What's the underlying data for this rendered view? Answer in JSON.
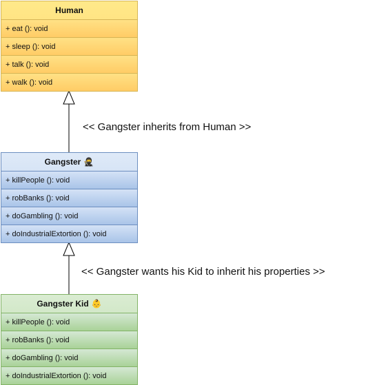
{
  "classes": {
    "human": {
      "name": "Human",
      "methods": [
        "+ eat (): void",
        "+ sleep (): void",
        "+ talk (): void",
        "+ walk (): void"
      ],
      "color": "#ffd966"
    },
    "gangster": {
      "name": "Gangster",
      "icon": "ninja-icon",
      "icon_glyph": "🥷",
      "methods": [
        "+ killPeople (): void",
        "+ robBanks (): void",
        "+ doGambling (): void",
        "+ doIndustrialExtortion (): void"
      ],
      "color": "#b0c9ea"
    },
    "kid": {
      "name": "Gangster Kid",
      "icon": "child-face-icon",
      "icon_glyph": "👶",
      "methods": [
        "+ killPeople (): void",
        "+ robBanks (): void",
        "+ doGambling (): void",
        "+ doIndustrialExtortion (): void"
      ],
      "color": "#b5d9a5"
    }
  },
  "relations": {
    "gangster_to_human": "<< Gangster inherits from Human >>",
    "kid_to_gangster": "<< Gangster wants his Kid to inherit his properties >>"
  }
}
